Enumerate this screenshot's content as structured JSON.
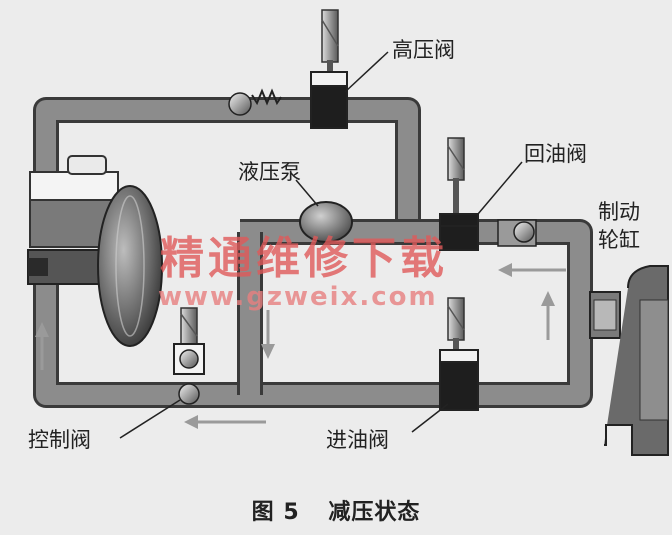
{
  "labels": {
    "high_pressure_valve": "高压阀",
    "oil_return_valve": "回油阀",
    "hydraulic_pump": "液压泵",
    "brake_wheel_cylinder": "制动\n轮缸",
    "brake_wheel_cylinder_line1": "制动",
    "brake_wheel_cylinder_line2": "轮缸",
    "control_valve": "控制阀",
    "oil_inlet_valve": "进油阀"
  },
  "caption": {
    "figure": "图 5",
    "title": "减压状态"
  },
  "watermark": {
    "cn": "精通维修下载",
    "url": "www.gzweix.com"
  },
  "colors": {
    "pipe": "#8c8c8c",
    "pipe_edge": "#3a3a3a",
    "valve_dark": "#1e1e1e",
    "watermark": "#e05a5a",
    "background": "#ececec"
  }
}
